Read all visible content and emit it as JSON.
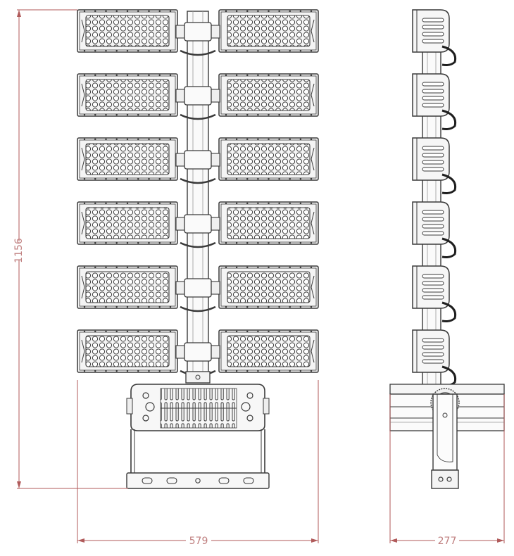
{
  "dimensions": {
    "height": "1156",
    "width_front": "579",
    "width_side": "277"
  },
  "colors": {
    "line": "#3a3a3a",
    "dimension": "#b05a5a",
    "lens": "#efefef",
    "shade": "#d9d9d9"
  },
  "module_rows": 6
}
